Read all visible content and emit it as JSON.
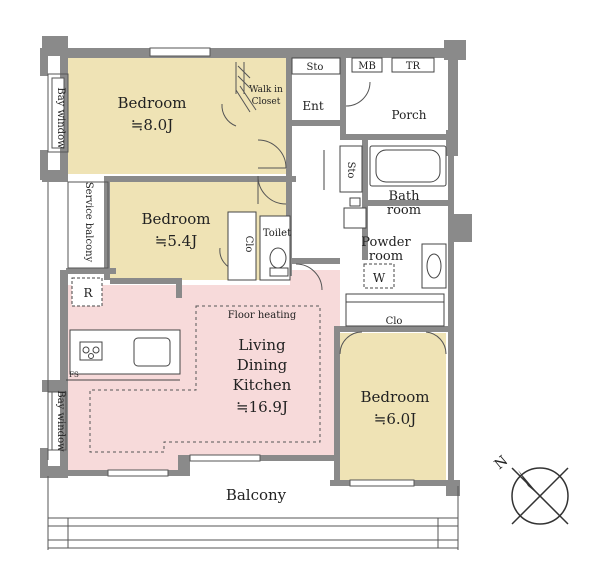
{
  "rooms": {
    "bedroom1": {
      "name": "Bedroom",
      "size": "≒8.0J"
    },
    "bedroom2": {
      "name": "Bedroom",
      "size": "≒5.4J"
    },
    "bedroom3": {
      "name": "Bedroom",
      "size": "≒6.0J"
    },
    "ldk": {
      "line1": "Living",
      "line2": "Dining",
      "line3": "Kitchen",
      "size": "≒16.9J",
      "floor_heating": "Floor heating"
    }
  },
  "labels": {
    "walk_in_closet_1": "Walk in",
    "walk_in_closet_2": "Closet",
    "sto_top": "Sto",
    "sto_side": "Sto",
    "mb": "MB",
    "tr": "TR",
    "ent": "Ent",
    "porch": "Porch",
    "bath_1": "Bath",
    "bath_2": "room",
    "powder_1": "Powder",
    "powder_2": "room",
    "washer": "W",
    "toilet": "Toilet",
    "clo_small": "Clo",
    "clo_long": "Clo",
    "r": "R",
    "fs": "FS",
    "bay_window_top": "Bay window",
    "bay_window_bottom": "Bay window",
    "service_balcony": "Service balcony",
    "balcony": "Balcony",
    "compass_n": "N"
  },
  "colors": {
    "bedroom_fill": "#efe3b5",
    "ldk_fill": "#f7dada",
    "wet_fill": "#ffffff",
    "wall": "#8a8a8a",
    "line": "#333333"
  }
}
